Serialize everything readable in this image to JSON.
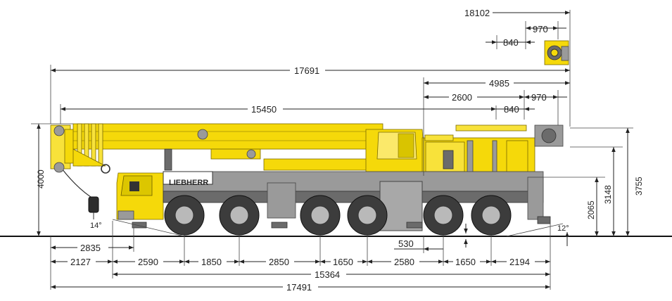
{
  "diagram": {
    "brand_text": "LIEBHERR",
    "angles": {
      "front": "14°",
      "rear": "12°"
    },
    "top_dims": {
      "d18102": "18102",
      "d970_top": "970",
      "d840_top": "840",
      "d17691": "17691",
      "d4985": "4985",
      "d2600": "2600",
      "d970_mid": "970",
      "d15450": "15450",
      "d840_mid": "840"
    },
    "vertical_dims": {
      "d4000": "4000",
      "d2065": "2065",
      "d3148": "3148",
      "d3755": "3755"
    },
    "bottom_dims": {
      "d2835": "2835",
      "d530": "530",
      "d2127": "2127",
      "d2590": "2590",
      "d1850": "1850",
      "d2850": "2850",
      "d1650_a": "1650",
      "d2580": "2580",
      "d1650_b": "1650",
      "d2194": "2194",
      "d15364": "15364",
      "d17491": "17491"
    },
    "colors": {
      "crane_yellow": "#f5d90a",
      "chassis_grey": "#9a9a9a"
    }
  }
}
